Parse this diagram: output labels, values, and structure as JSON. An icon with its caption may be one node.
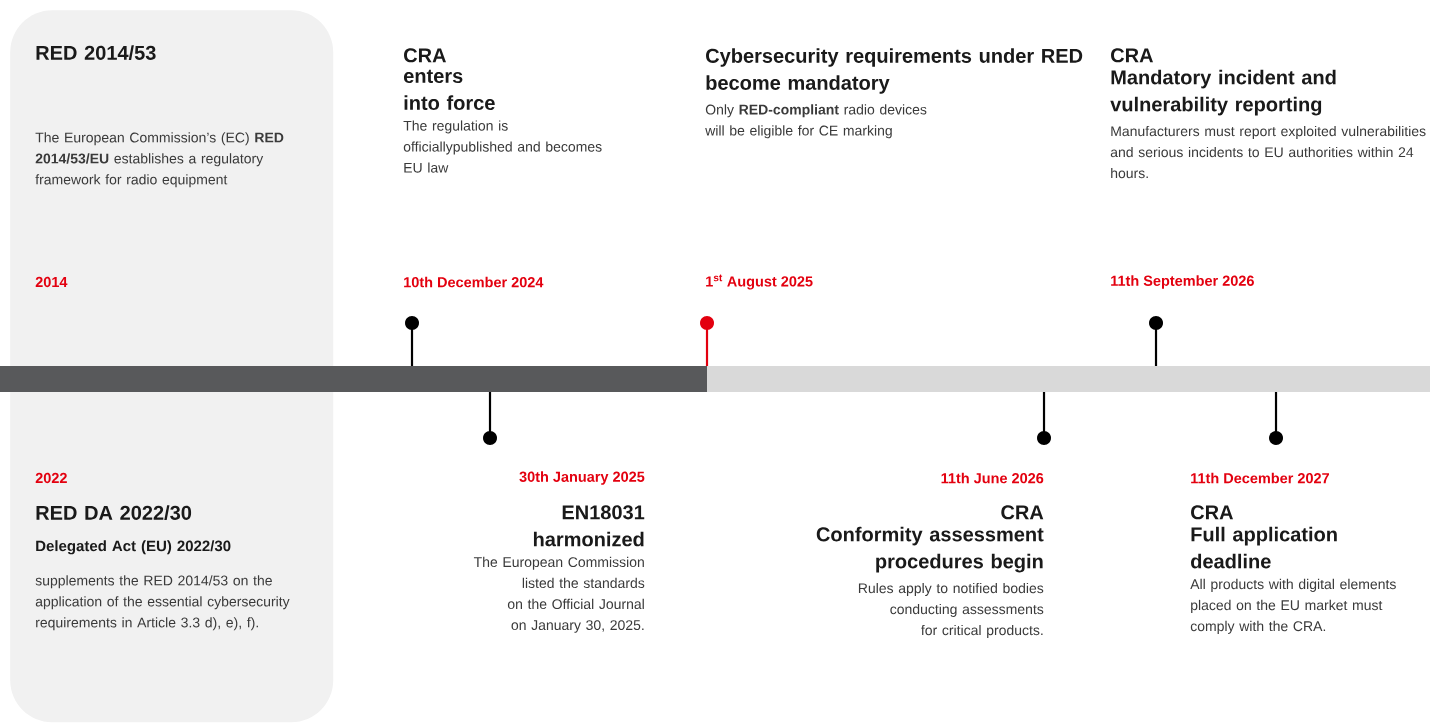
{
  "diagram": {
    "nodes": [
      {
        "text": [
          "RED 2014/53",
          "The European Commission’s (EC) **RED 2014/53/EU** establishes a regulatory framework for radio equipment",
          "2014",
          "2022",
          "RED DA 2022/30",
          "Delegated Act (EU) 2022/30",
          "supplements the RED 2014/53 on the application of the essential cybersecurity requirements in Article 3.3 d), e), f)."
        ]
      },
      {
        "text": [
          "CRA",
          "enters into force",
          "The regulation is officiallypublished and becomes EU law",
          "10th December 2024"
        ]
      },
      {
        "text": [
          "Cybersecurity requirements under RED become mandatory",
          "Only **RED-compliant** radio devices will be eligible for CE marking",
          "1$^{st}$ August 2025"
        ]
      },
      {
        "text": [
          "CRA",
          "Mandatory incident and vulnerability reporting",
          "Manufacturers must report exploited vulnerabilities and serious incidents to EU authorities within 24 hours.",
          "11th September 2026"
        ]
      },
      {
        "text": [
          "30th January 2025",
          "EN18031 harmonized",
          "The European Commission listed the standards on the Official Journal on January 30, 2025."
        ]
      },
      {
        "text": [
          "11th June 2026",
          "CRA",
          "Conformity assessment procedures begin",
          "Rules apply to notified bodies conducting assessments for critical products."
        ]
      },
      {
        "text": [
          "11th December 2027",
          "CRA",
          "Full application deadline",
          "All products with digital elements placed on the EU market must comply with the CRA."
        ]
      }
    ]
  }
}
